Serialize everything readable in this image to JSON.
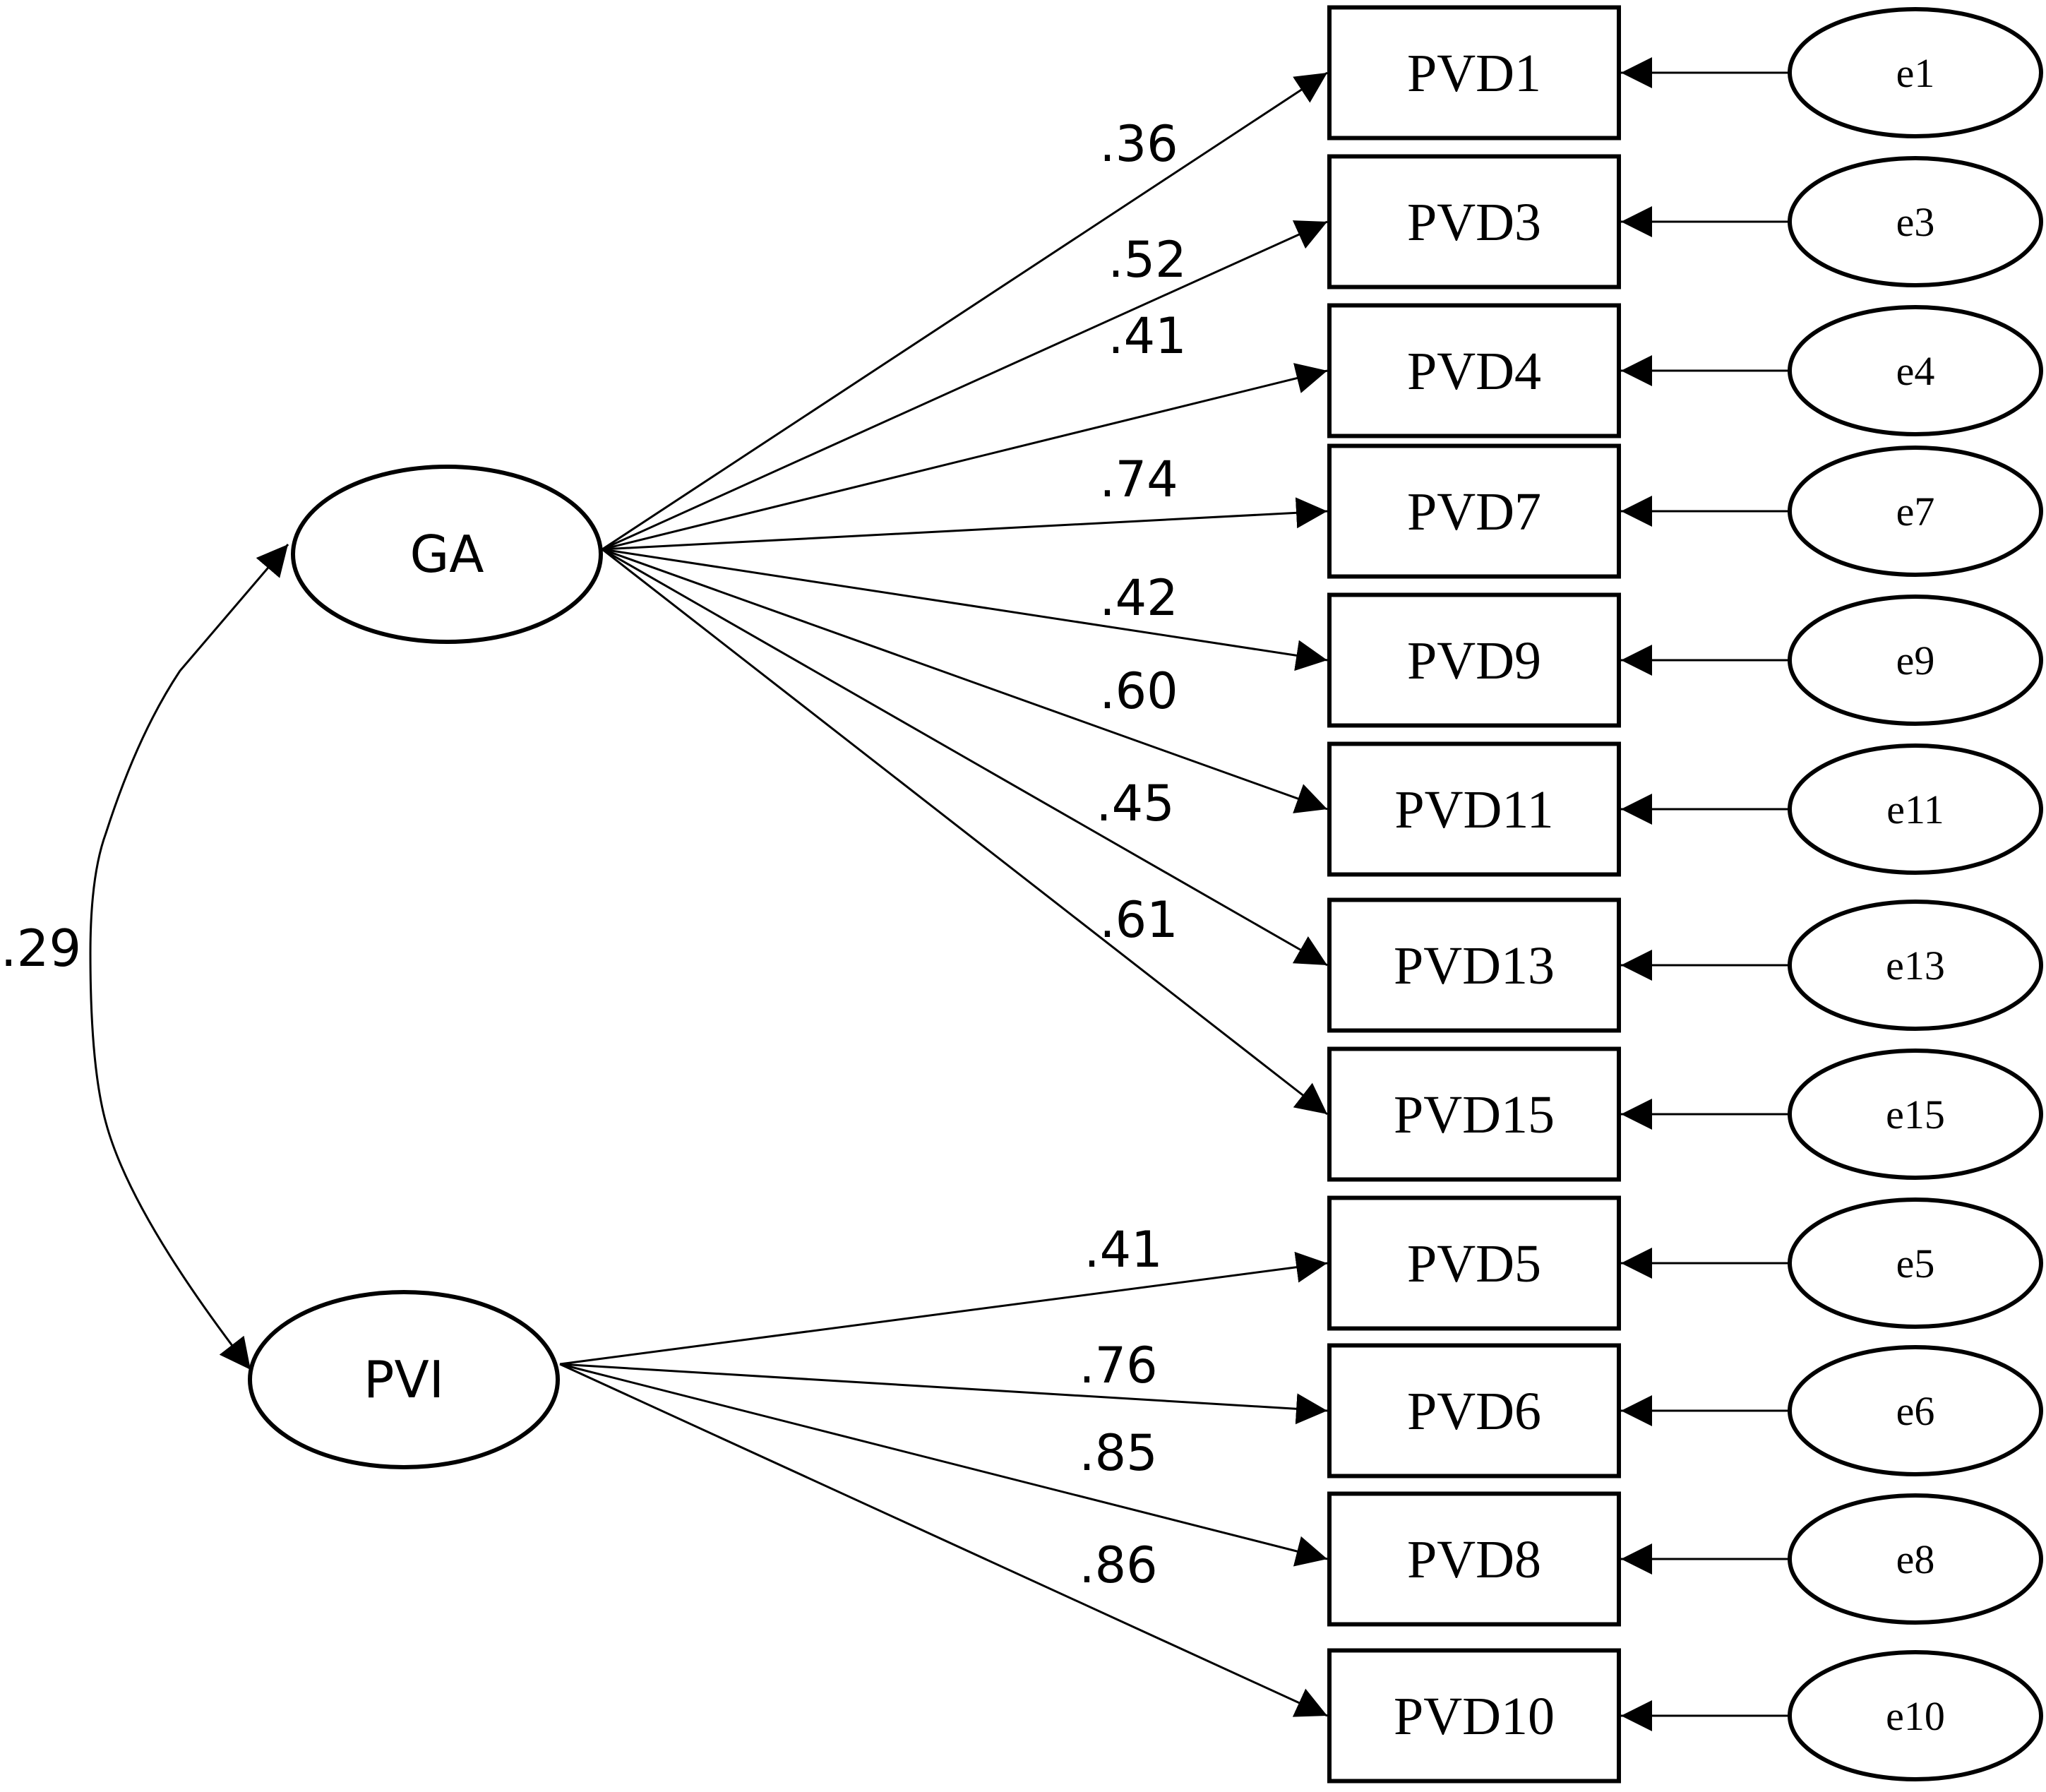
{
  "latents": [
    {
      "id": "GA",
      "label": "GA"
    },
    {
      "id": "PVI",
      "label": "PVI"
    }
  ],
  "correlation": {
    "between": [
      "GA",
      "PVI"
    ],
    "label": ".29"
  },
  "indicators": [
    {
      "label": "PVD1",
      "error": "e1",
      "factor": "GA",
      "loading": ".36"
    },
    {
      "label": "PVD3",
      "error": "e3",
      "factor": "GA",
      "loading": ".52"
    },
    {
      "label": "PVD4",
      "error": "e4",
      "factor": "GA",
      "loading": ".41"
    },
    {
      "label": "PVD7",
      "error": "e7",
      "factor": "GA",
      "loading": ".74"
    },
    {
      "label": "PVD9",
      "error": "e9",
      "factor": "GA",
      "loading": ".42"
    },
    {
      "label": "PVD11",
      "error": "e11",
      "factor": "GA",
      "loading": ".60"
    },
    {
      "label": "PVD13",
      "error": "e13",
      "factor": "GA",
      "loading": ".45"
    },
    {
      "label": "PVD15",
      "error": "e15",
      "factor": "GA",
      "loading": ".61"
    },
    {
      "label": "PVD5",
      "error": "e5",
      "factor": "PVI",
      "loading": ".41"
    },
    {
      "label": "PVD6",
      "error": "e6",
      "factor": "PVI",
      "loading": ".76"
    },
    {
      "label": "PVD8",
      "error": "e8",
      "factor": "PVI",
      "loading": ".85"
    },
    {
      "label": "PVD10",
      "error": "e10",
      "factor": "PVI",
      "loading": ".86"
    }
  ]
}
